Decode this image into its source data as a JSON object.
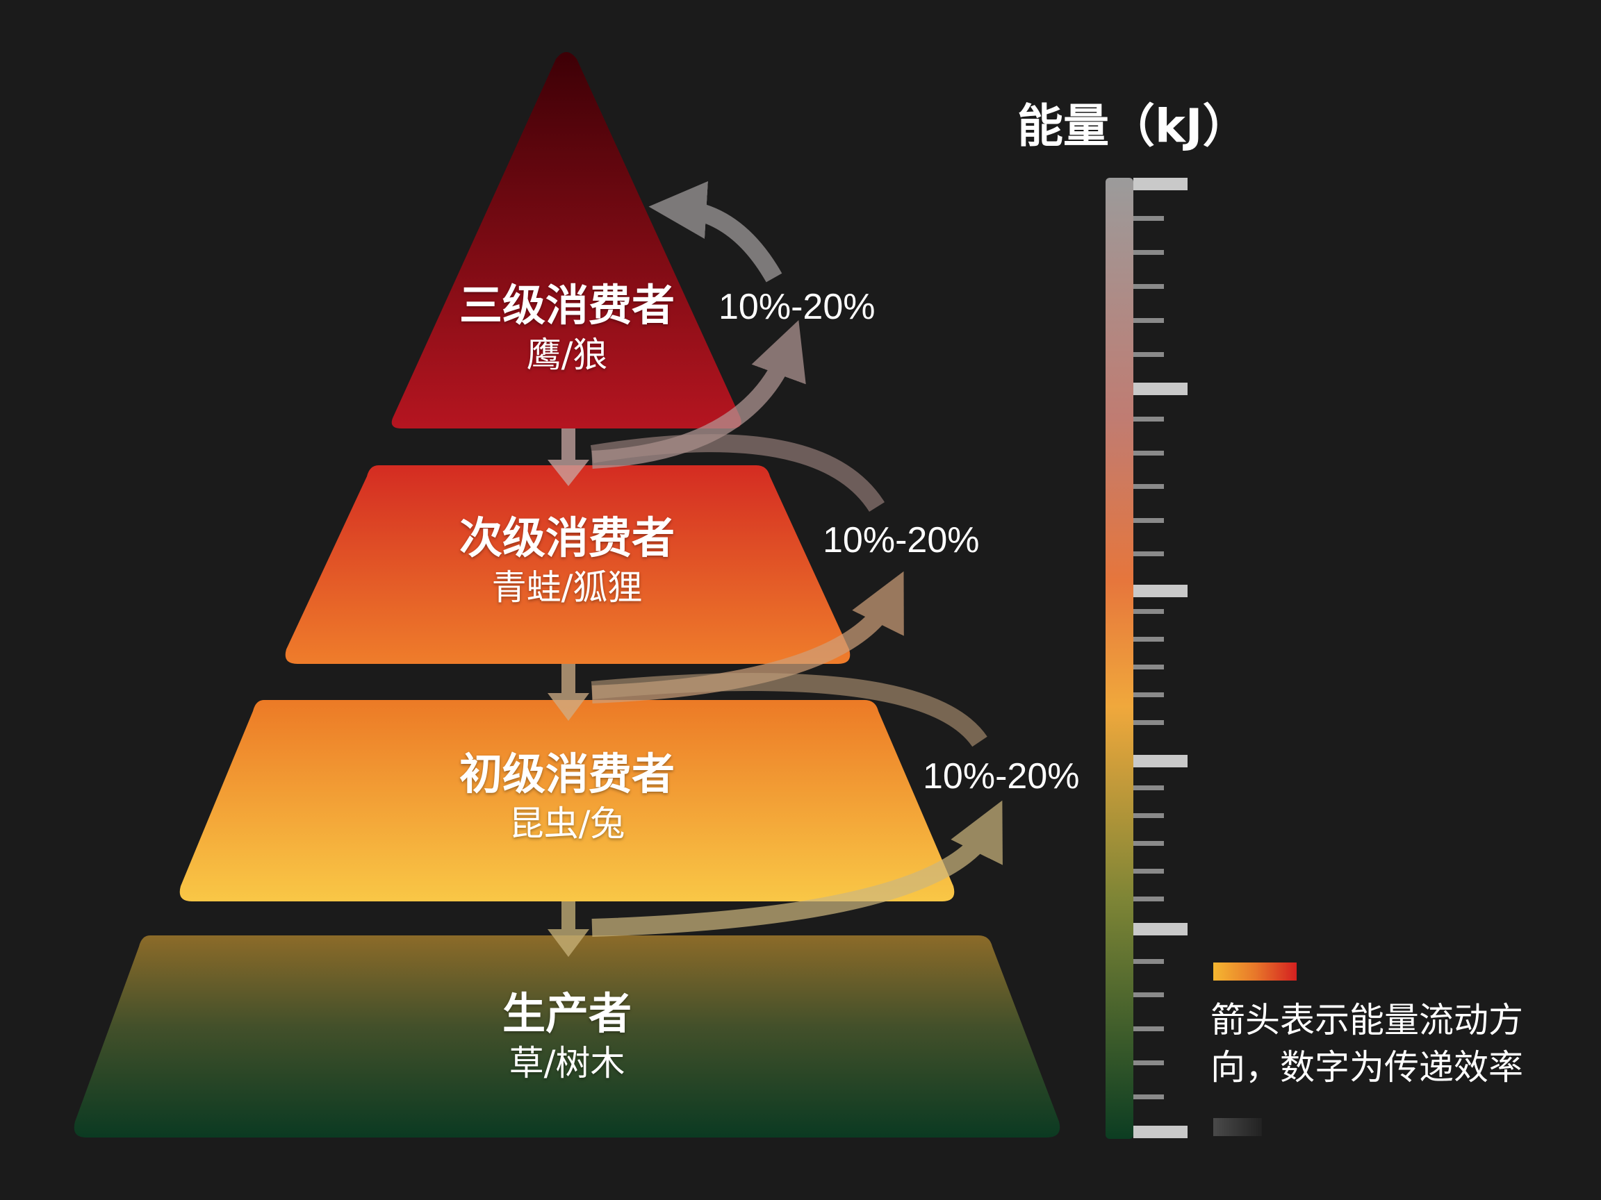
{
  "diagram": {
    "type": "energy-pyramid",
    "layers": [
      {
        "level": 4,
        "title": "三级消费者",
        "examples": "鹰/狼",
        "color_top": "#4a0008",
        "color_bottom": "#b3141f"
      },
      {
        "level": 3,
        "title": "次级消费者",
        "examples": "青蛙/狐狸",
        "color_top": "#d42e22",
        "color_bottom": "#ee7a2a"
      },
      {
        "level": 2,
        "title": "初级消费者",
        "examples": "昆虫/兔",
        "color_top": "#ec7d27",
        "color_bottom": "#f8c444"
      },
      {
        "level": 1,
        "title": "生产者",
        "examples": "草/树木",
        "color_top": "#8a6a28",
        "color_bottom": "#0d3a22"
      }
    ],
    "transfer_rates": [
      {
        "from": "次级消费者",
        "to": "三级消费者",
        "label": "10%-20%"
      },
      {
        "from": "初级消费者",
        "to": "次级消费者",
        "label": "10%-20%"
      },
      {
        "from": "生产者",
        "to": "初级消费者",
        "label": "10%-20%"
      }
    ],
    "energy_scale": {
      "title": "能量（kJ）",
      "major_ticks": 6,
      "minor_ticks_per_interval": 5,
      "gradient": [
        "#9a9a9a",
        "#c07a70",
        "#e8783a",
        "#f0a63a",
        "#8a8a3a",
        "#0e3f22"
      ]
    },
    "legend": {
      "swatch_gradient": [
        "#f5b731",
        "#d42020"
      ],
      "text": "箭头表示能量流动方向，数字为传递效率"
    }
  }
}
